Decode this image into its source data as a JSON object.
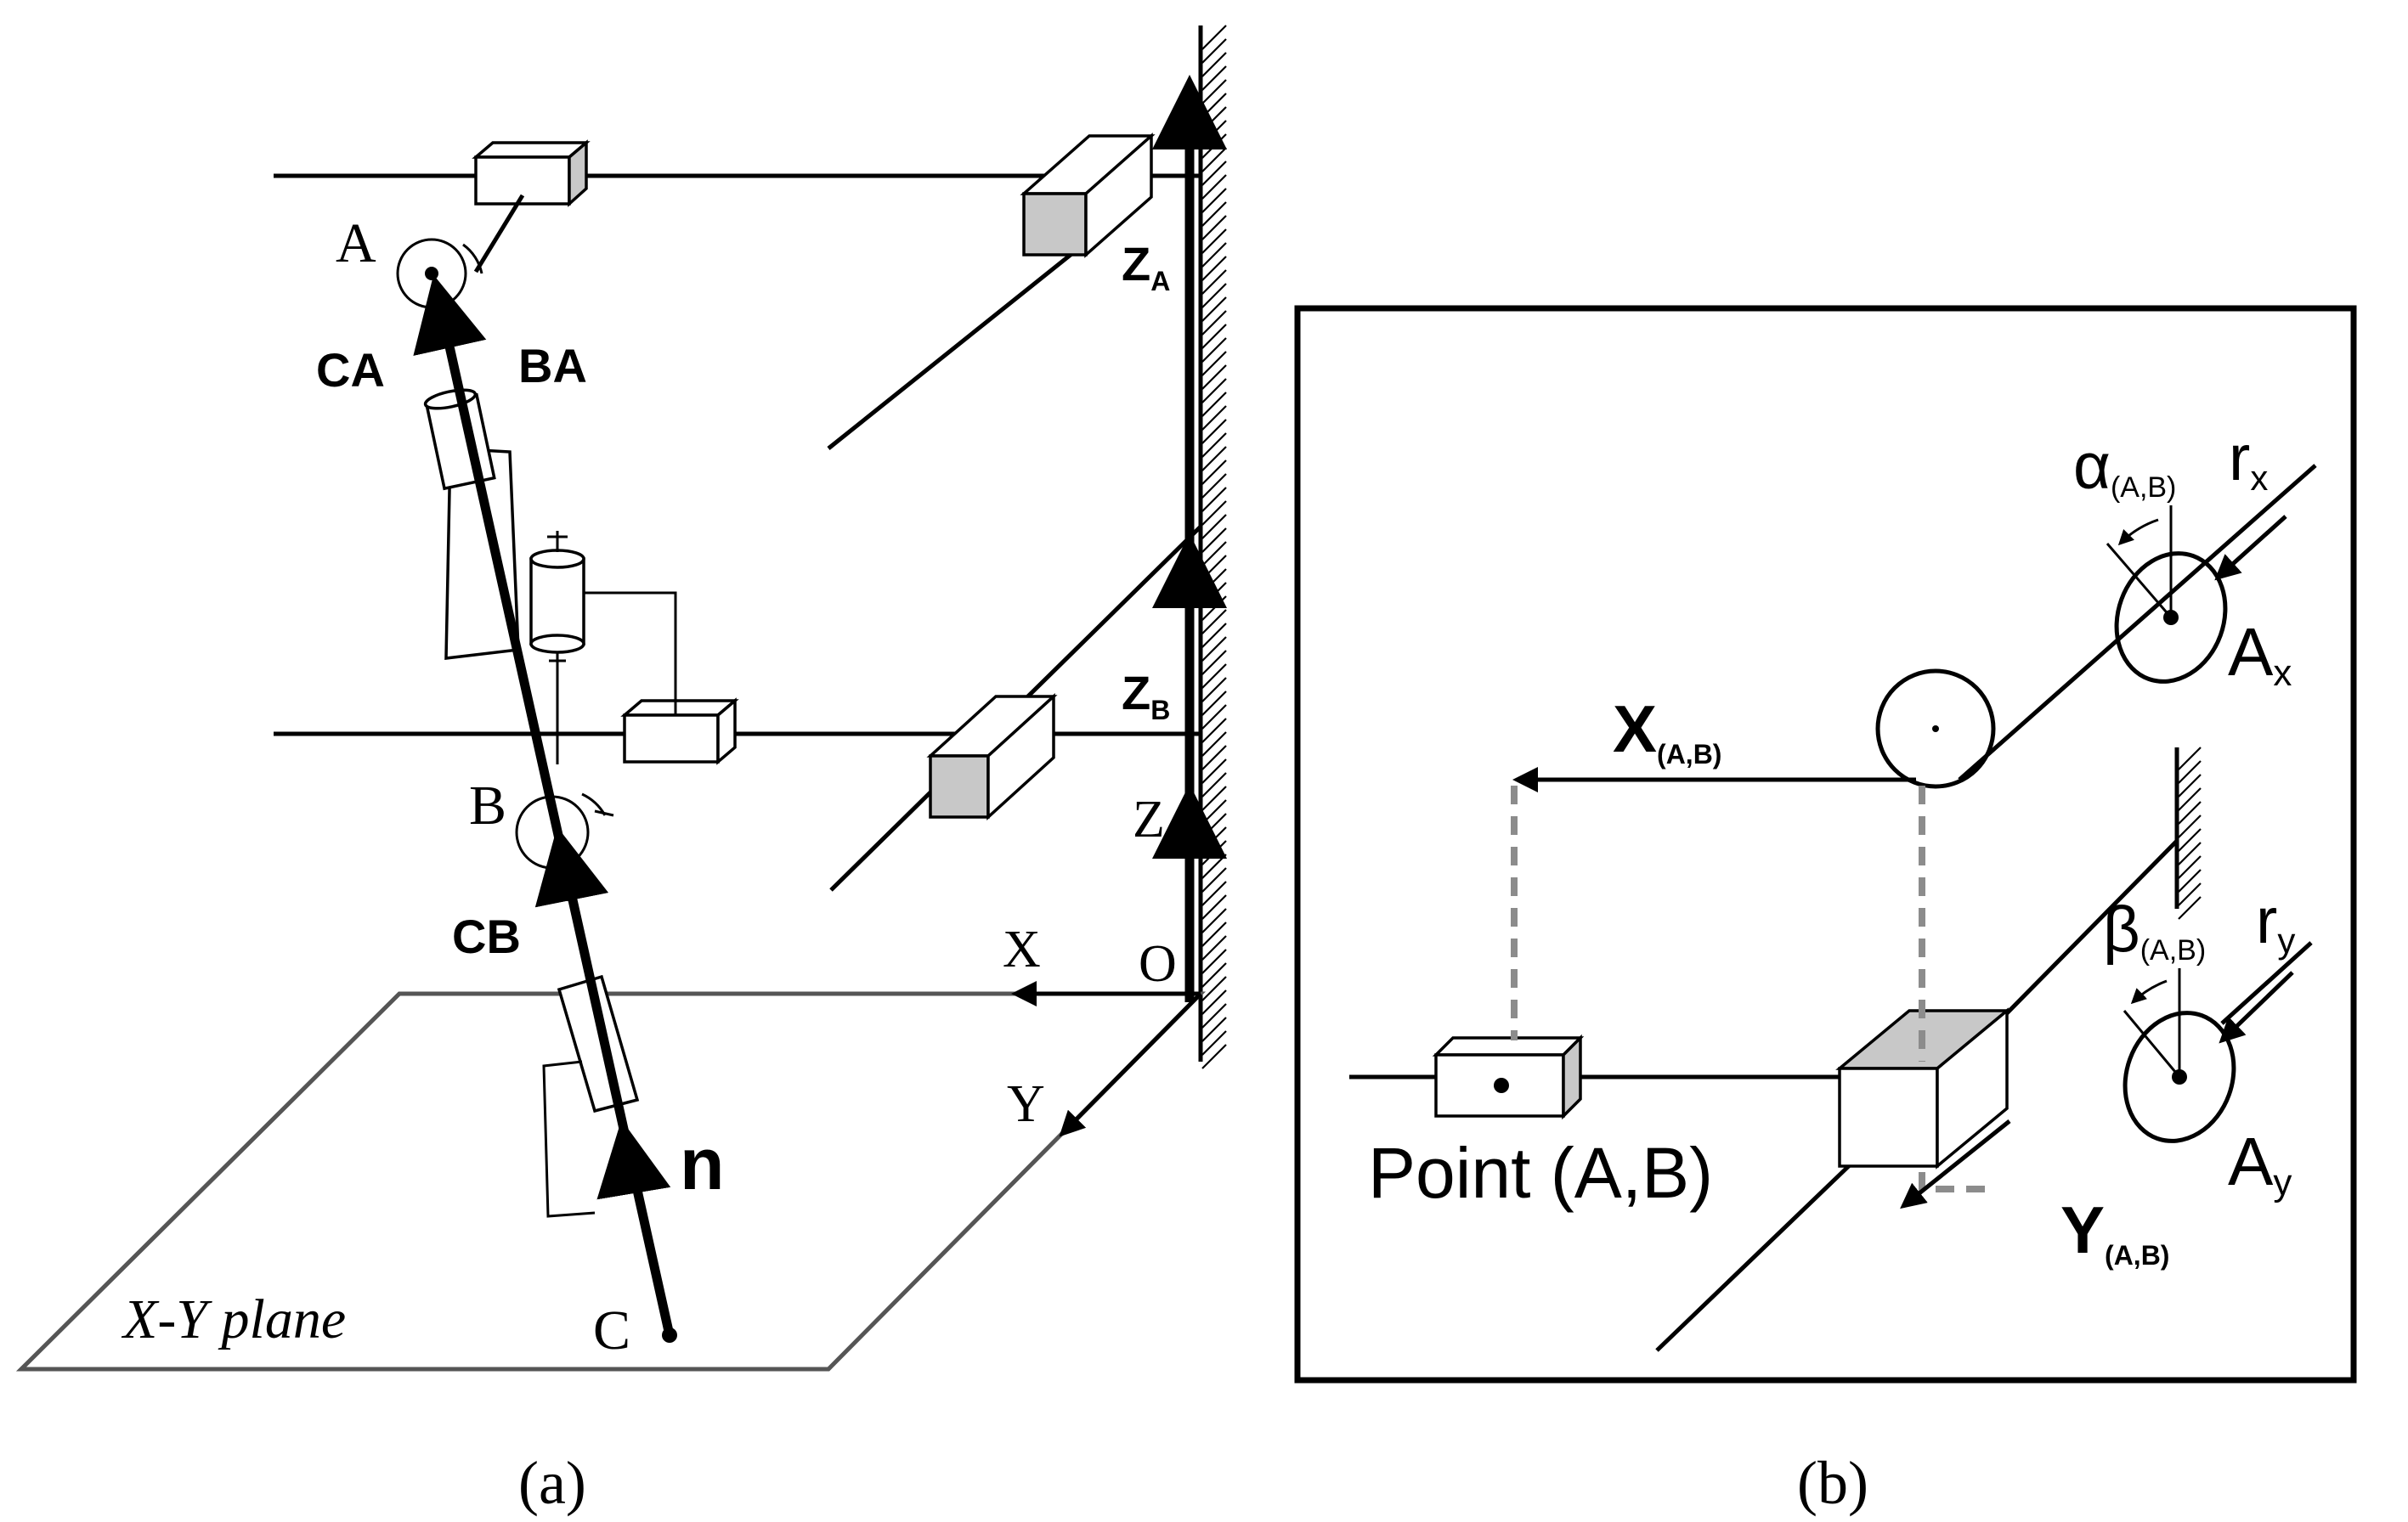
{
  "panel_a": {
    "point_a": "A",
    "point_b": "B",
    "point_c": "C",
    "ca": "CA",
    "ba": "BA",
    "cb": "CB",
    "n": "n",
    "za_base": "Z",
    "za_sub": "A",
    "zb_base": "Z",
    "zb_sub": "B",
    "z": "Z",
    "x": "X",
    "y": "Y",
    "o": "O",
    "plane": "X-Y plane",
    "caption": "(a)"
  },
  "panel_b": {
    "x_base": "X",
    "x_sub": "(A,B)",
    "y_base": "Y",
    "y_sub": "(A,B)",
    "alpha_base": "α",
    "alpha_sub": "(A,B)",
    "beta_base": "β",
    "beta_sub": "(A,B)",
    "rx_base": "r",
    "rx_sub": "x",
    "ry_base": "r",
    "ry_sub": "y",
    "ax_base": "A",
    "ax_sub": "x",
    "ay_base": "A",
    "ay_sub": "y",
    "point": "Point (A,B)",
    "caption": "(b)"
  }
}
